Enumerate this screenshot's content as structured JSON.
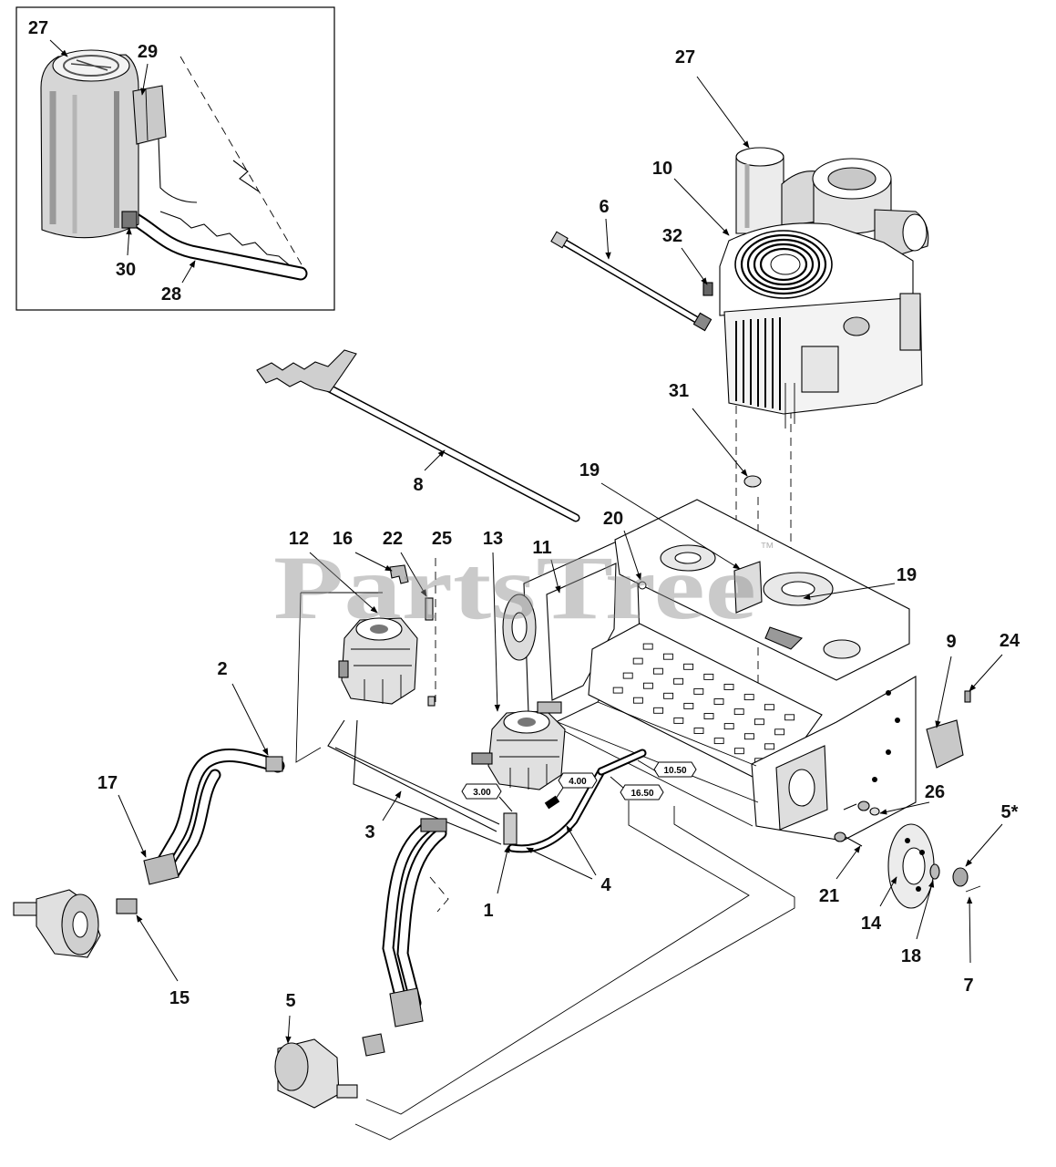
{
  "watermark": {
    "text": "PartsTree",
    "tm": "™"
  },
  "inset_callouts": [
    "27",
    "29",
    "30",
    "28"
  ],
  "callouts": [
    "27",
    "10",
    "6",
    "32",
    "31",
    "8",
    "19",
    "20",
    "19",
    "12",
    "16",
    "22",
    "25",
    "13",
    "11",
    "2",
    "17",
    "3",
    "1",
    "4",
    "15",
    "5",
    "9",
    "24",
    "26",
    "5*",
    "21",
    "14",
    "18",
    "7"
  ],
  "dimensions": [
    "3.00",
    "4.00",
    "16.50",
    "10.50"
  ]
}
